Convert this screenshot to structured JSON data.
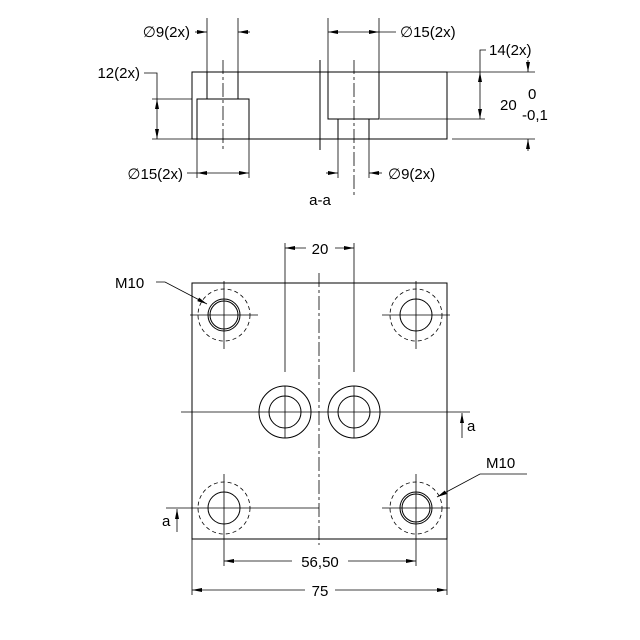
{
  "section": {
    "title": "a-a",
    "dim_top_left": "∅9(2x)",
    "dim_top_right": "∅15(2x)",
    "dim_depth_right": "14(2x)",
    "dim_depth_left": "12(2x)",
    "dim_bottom_left": "∅15(2x)",
    "dim_bottom_right": "∅9(2x)",
    "thickness": "20",
    "tol_upper": "0",
    "tol_lower": "-0,1"
  },
  "plan": {
    "dim_center_spacing": "20",
    "dim_hole_spacing": "56,50",
    "dim_width": "75",
    "thread_label_top": "M10",
    "thread_label_bottom": "M10",
    "section_mark_right": "a",
    "section_mark_left": "a"
  }
}
